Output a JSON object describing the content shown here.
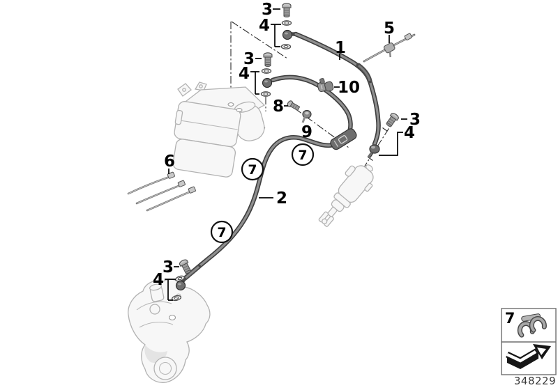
{
  "diagram": {
    "drawing_number": "348229",
    "callouts": {
      "n1": "1",
      "n2": "2",
      "n3": "3",
      "n4": "4",
      "n5": "5",
      "n6": "6",
      "n7": "7",
      "n8": "8",
      "n9": "9",
      "n10": "10"
    },
    "legend": {
      "item": "7"
    },
    "colors": {
      "line_art": "#b2b2b2",
      "hose": "#3f3f3f",
      "label": "#000000"
    }
  }
}
